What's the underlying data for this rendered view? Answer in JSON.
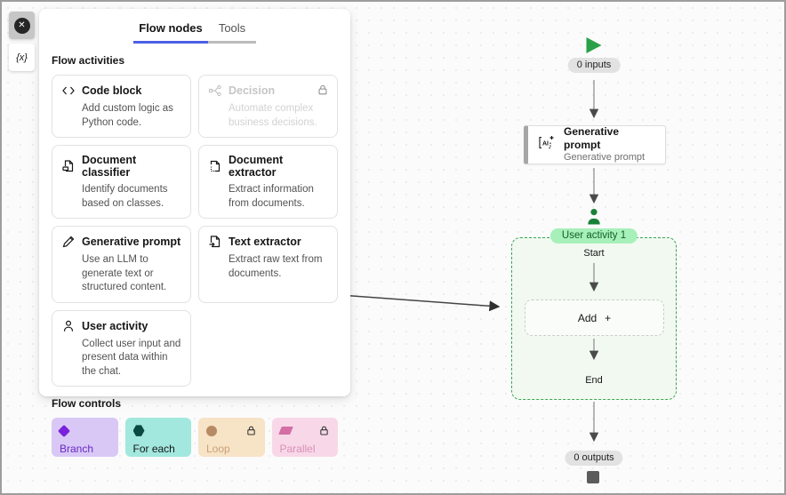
{
  "toolbar": {
    "close_glyph": "✕",
    "variables_label": "{x}"
  },
  "panel": {
    "tabs": [
      {
        "label": "Flow nodes",
        "active": true
      },
      {
        "label": "Tools",
        "active": false
      }
    ],
    "activities_section_label": "Flow activities",
    "controls_section_label": "Flow controls",
    "activities": [
      {
        "title": "Code block",
        "desc": "Add custom logic as Python code.",
        "icon": "code-icon",
        "disabled": false,
        "locked": false
      },
      {
        "title": "Decision",
        "desc": "Automate complex business decisions.",
        "icon": "decision-icon",
        "disabled": true,
        "locked": true
      },
      {
        "title": "Document classifier",
        "desc": "Identify documents based on classes.",
        "icon": "document-classifier-icon",
        "disabled": false,
        "locked": false
      },
      {
        "title": "Document extractor",
        "desc": "Extract information from documents.",
        "icon": "document-extractor-icon",
        "disabled": false,
        "locked": false
      },
      {
        "title": "Generative prompt",
        "desc": "Use an LLM to generate text or structured content.",
        "icon": "pen-icon",
        "disabled": false,
        "locked": false
      },
      {
        "title": "Text extractor",
        "desc": "Extract raw text from documents.",
        "icon": "text-extractor-icon",
        "disabled": false,
        "locked": false
      },
      {
        "title": "User activity",
        "desc": "Collect user input and present data within the chat.",
        "icon": "user-icon",
        "disabled": false,
        "locked": false
      }
    ],
    "controls": [
      {
        "label": "Branch",
        "shape": "diamond",
        "locked": false,
        "bg": "#d9c8f6",
        "fg": "#6929c4",
        "shape_color": "#7a21db"
      },
      {
        "label": "For each",
        "shape": "hexagon",
        "locked": false,
        "bg": "#a2e8de",
        "fg": "#161616",
        "shape_color": "#0b4a40"
      },
      {
        "label": "Loop",
        "shape": "circle",
        "locked": true,
        "bg": "#f7e3c6",
        "fg": "#c9a177",
        "shape_color": "#b68a64"
      },
      {
        "label": "Parallel",
        "shape": "parallelogram",
        "locked": true,
        "bg": "#f8d8e8",
        "fg": "#d98fb7",
        "shape_color": "#d36fa4"
      }
    ]
  },
  "canvas": {
    "inputs_label": "0 inputs",
    "outputs_label": "0 outputs",
    "generative_node": {
      "title": "Generative prompt",
      "subtitle": "Generative prompt"
    },
    "user_activity": {
      "badge": "User activity 1",
      "start_label": "Start",
      "add_label": "Add",
      "plus_glyph": "+",
      "end_label": "End"
    }
  },
  "colors": {
    "accent": "#4c5fe6",
    "inactive_tab_underline": "#bcbcbc",
    "green": "#2aa148",
    "green_dark": "#198038",
    "badge_bg": "#a7f0ba",
    "badge_text": "#0e6027",
    "container_border": "#3aa552",
    "container_bg": "#f1f9f1",
    "pill_bg": "#e2e2e2",
    "node_accent_bar": "#a6a6a6",
    "arrow": "#9a9a9a",
    "drag_arrow": "#4a4a4a"
  }
}
